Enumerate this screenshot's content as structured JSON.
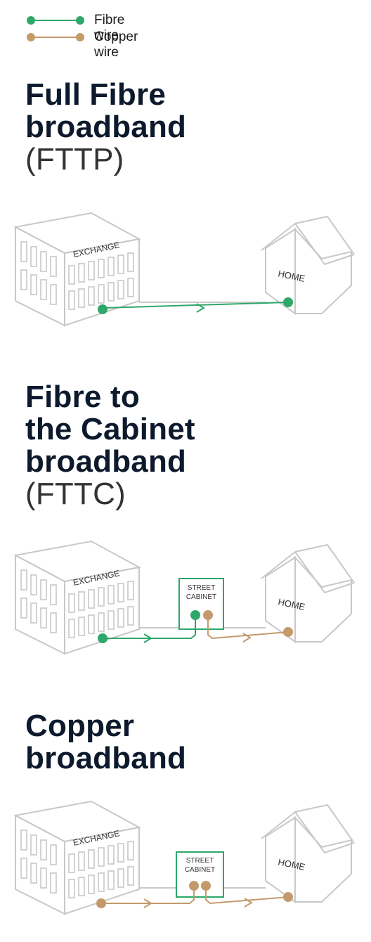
{
  "legend": {
    "fibre": {
      "label": "Fibre wire",
      "color": "#2ea86a"
    },
    "copper": {
      "label": "Copper wire",
      "color": "#c49a6c"
    }
  },
  "sections": [
    {
      "title_lines": [
        "Full Fibre",
        "broadband"
      ],
      "abbr": "(FTTP)"
    },
    {
      "title_lines": [
        "Fibre to",
        "the Cabinet",
        "broadband"
      ],
      "abbr": "(FTTC)"
    },
    {
      "title_lines": [
        "Copper",
        "broadband"
      ],
      "abbr": ""
    }
  ],
  "diagram_labels": {
    "exchange": "EXCHANGE",
    "home": "HOME",
    "cabinet_line1": "STREET",
    "cabinet_line2": "CABINET"
  },
  "colors": {
    "building": "#c8c8c8",
    "title": "#0d1a2d"
  }
}
